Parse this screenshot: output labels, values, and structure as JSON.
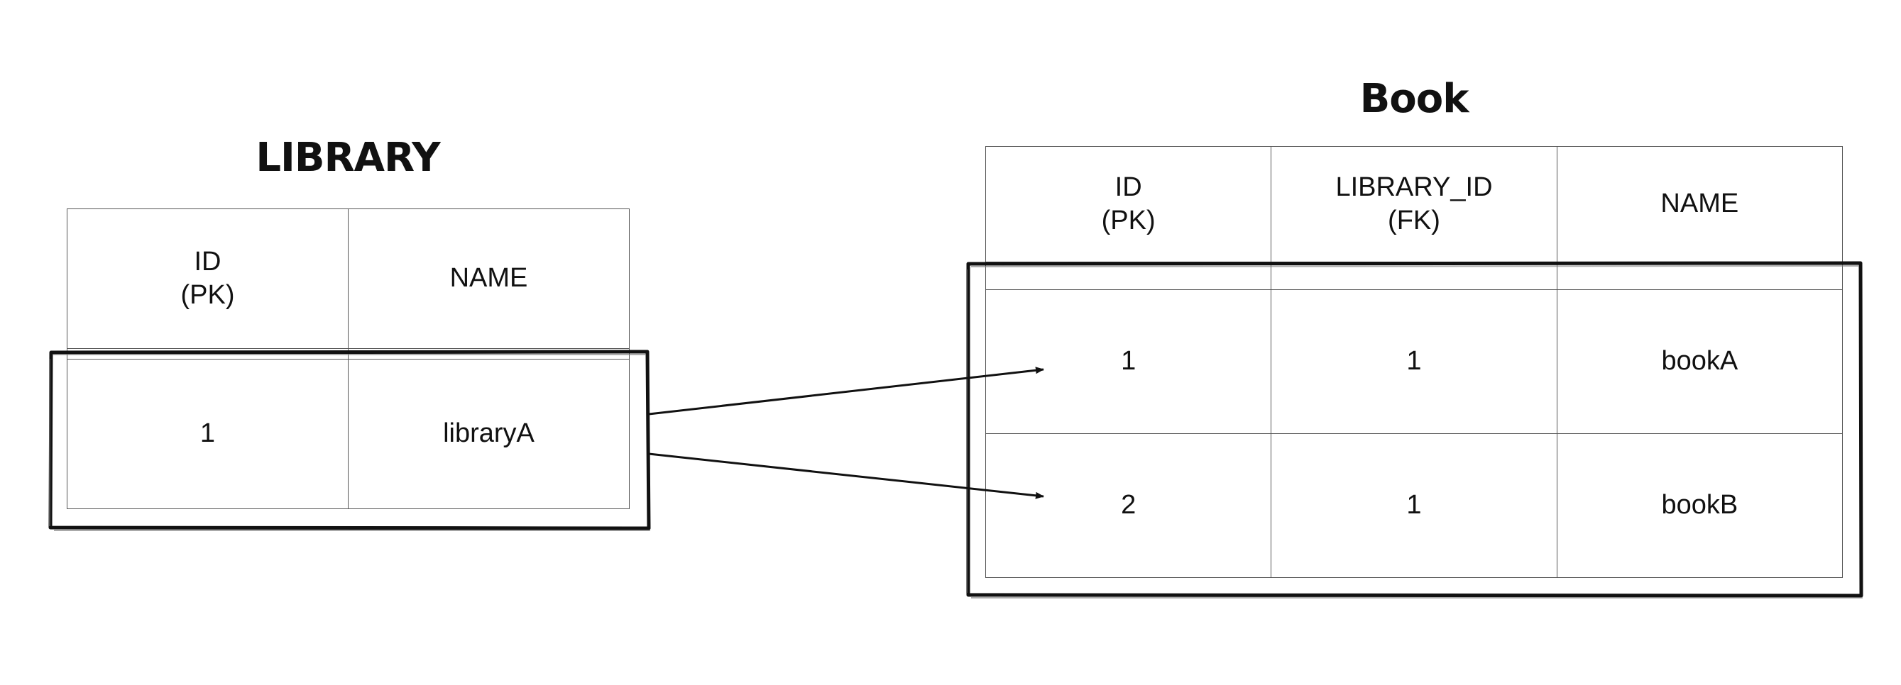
{
  "library": {
    "title": "LIBRARY",
    "columns": [
      "ID\n(PK)",
      "NAME"
    ],
    "rows": [
      [
        "1",
        "libraryA"
      ]
    ]
  },
  "book": {
    "title": "Book",
    "columns": [
      "ID\n(PK)",
      "LIBRARY_ID\n(FK)",
      "NAME"
    ],
    "rows": [
      [
        "1",
        "1",
        "bookA"
      ],
      [
        "2",
        "1",
        "bookB"
      ]
    ]
  }
}
